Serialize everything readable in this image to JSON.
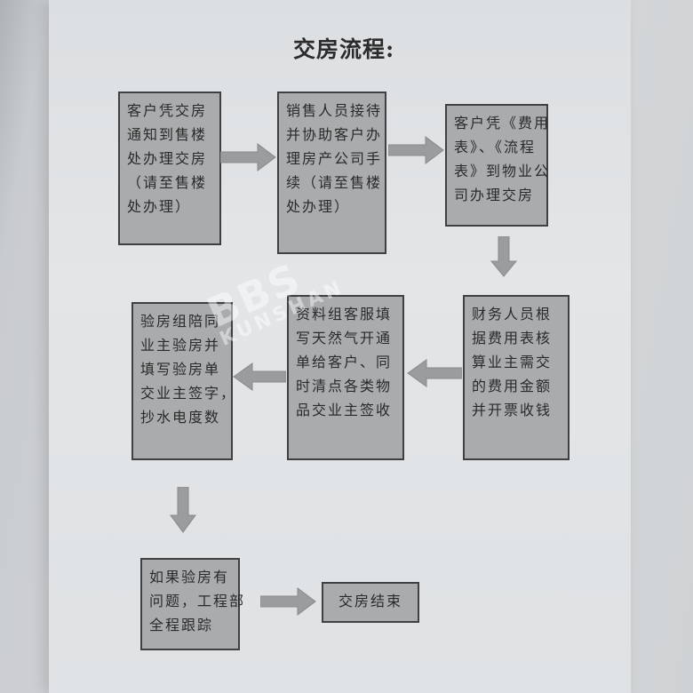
{
  "title": "交房流程:",
  "watermark": {
    "main": "BBS",
    "sub": "KUNSHAN"
  },
  "steps": [
    {
      "lines": [
        "客户凭交房",
        "通知到售楼",
        "处办理交房",
        "（请至售楼",
        "处办理）"
      ]
    },
    {
      "lines": [
        "销售人员接待",
        "并协助客户办",
        "理房产公司手",
        "续（请至售楼",
        "处办理）"
      ]
    },
    {
      "lines": [
        "客户凭《费用",
        "表》、《流程",
        "表》到物业公",
        "司办理交房"
      ]
    },
    {
      "lines": [
        "财务人员根",
        "据费用表核",
        "算业主需交",
        "的费用金额",
        "并开票收钱"
      ]
    },
    {
      "lines": [
        "资料组客服填",
        "写天然气开通",
        "单给客户、同",
        "时清点各类物",
        "品交业主签收"
      ]
    },
    {
      "lines": [
        "验房组陪同",
        "业主验房并",
        "填写验房单",
        "交业主签字，",
        "抄水电度数"
      ]
    },
    {
      "lines": [
        "如果验房有",
        "问题，工程部",
        "全程跟踪"
      ]
    },
    {
      "lines": [
        "交房结束"
      ]
    }
  ]
}
